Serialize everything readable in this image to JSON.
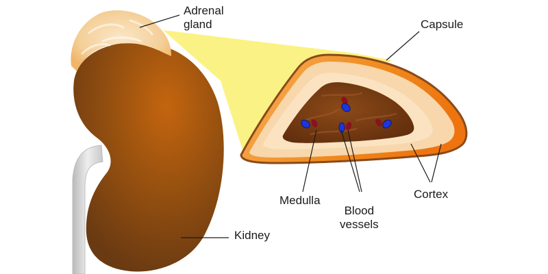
{
  "labels": {
    "adrenal_gland": "Adrenal\ngland",
    "capsule": "Capsule",
    "medulla": "Medulla",
    "blood_vessels": "Blood\nvessels",
    "cortex": "Cortex",
    "kidney": "Kidney"
  },
  "colors": {
    "background": "#ffffff",
    "kidney": "#8a4a12",
    "kidney_highlight": "#c0630f",
    "ureter": "#d6d6d6",
    "adrenal": "#f6d7a8",
    "magnifier_beam": "#fbf285",
    "capsule": "#f08a1f",
    "capsule_outline": "#8a4a18",
    "cortex_outer": "#f7d7ab",
    "cortex_inner": "#fbe3c1",
    "medulla": "#7a3b12",
    "vein": "#8b1020",
    "artery": "#1d36d8",
    "leader_line": "#1a1a1a"
  }
}
